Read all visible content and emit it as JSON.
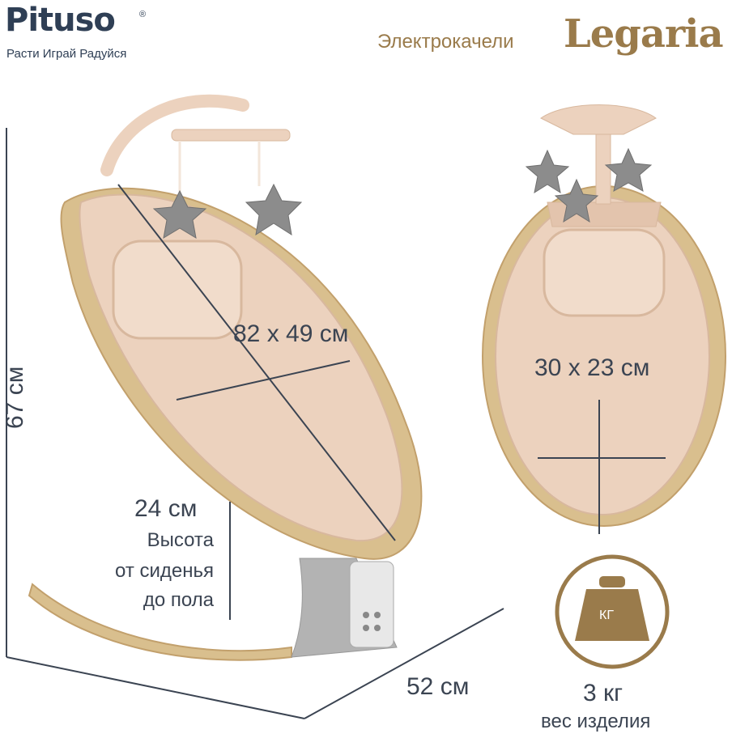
{
  "brand": {
    "logo_text": "Pituso",
    "registered_mark": "®",
    "tagline": "Расти Играй Радуйся"
  },
  "product": {
    "label": "Электрокачели",
    "name": "Legaria"
  },
  "dimensions": {
    "backrest": "82 x 49 см",
    "seat": "30 x 23 см",
    "height": "67 см",
    "depth": "52 см",
    "seat_height_value": "24 см",
    "seat_height_line1": "Высота",
    "seat_height_line2": "от сиденья",
    "seat_height_line3": "до пола"
  },
  "weight": {
    "icon_label": "КГ",
    "value": "3 кг",
    "label": "вес изделия"
  },
  "colors": {
    "fabric": "#ecd2be",
    "wood": "#d9bf8e",
    "accent": "#9a7b4b",
    "text": "#3b4452",
    "plastic": "#b3b3b3"
  }
}
